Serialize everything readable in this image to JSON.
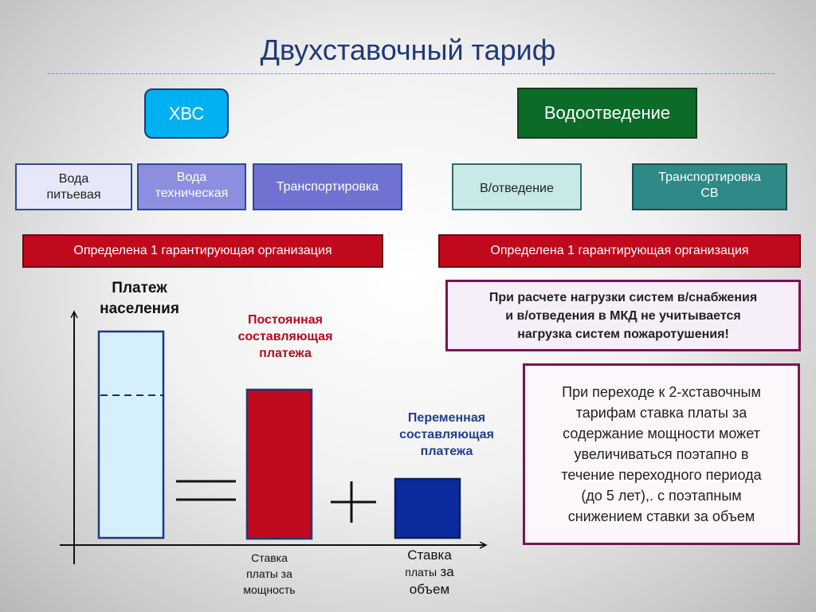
{
  "title": "Двухставочный тариф",
  "services": {
    "water_supply": "ХВС",
    "drainage": "Водоотведение"
  },
  "categories": [
    {
      "line1": "Вода",
      "line2": "питьевая"
    },
    {
      "line1": "Вода",
      "line2": "техническая"
    },
    {
      "line1": "Транспортировка",
      "line2": ""
    },
    {
      "line1": "В/отведение",
      "line2": ""
    },
    {
      "line1": "Транспортировка",
      "line2": "СВ"
    }
  ],
  "guarantee": {
    "left": "Определена 1 гарантирующая организация",
    "right": "Определена 1 гарантирующая организация"
  },
  "notes": {
    "mkd": {
      "line1": "При расчете нагрузки систем в/снабжения",
      "line2": "и в/отведения в МКД  не учитывается",
      "line3": "нагрузка систем пожаротушения!"
    },
    "transition": {
      "line1": "При переходе  к 2-хставочным",
      "line2": "тарифам ставка платы за",
      "line3": "содержание мощности может",
      "line4": "увеличиваться поэтапно в",
      "line5": "течение переходного периода",
      "line6": "(до 5 лет),. с поэтапным",
      "line7": "снижением ставки за объем"
    }
  },
  "figure": {
    "population_payment": {
      "line1": "Платеж",
      "line2": "населения"
    },
    "constant_part": {
      "line1": "Постоянная",
      "line2": "составляющая",
      "line3": "платежа"
    },
    "variable_part": {
      "line1": "Переменная",
      "line2": "составляющая",
      "line3": "платежа"
    },
    "capacity_rate": {
      "line1": "Ставка",
      "line2": "платы за",
      "line3": "мощность"
    },
    "volume_rate": {
      "line1": "Ставка",
      "line2a": "платы",
      "line2b": "за",
      "line3": "объем"
    }
  },
  "colors": {
    "title": "#1f3a78",
    "hvs": "#00b0f0",
    "drainage": "#0b6b27",
    "guarantee": "#c0091d",
    "population_bar": "#d6f0fb",
    "constant_bar": "#c0091d",
    "variable_bar": "#0b2c9c",
    "note_border": "#7a1453"
  },
  "icons": {
    "equals": "equals-sign-icon",
    "plus": "plus-sign-icon"
  }
}
